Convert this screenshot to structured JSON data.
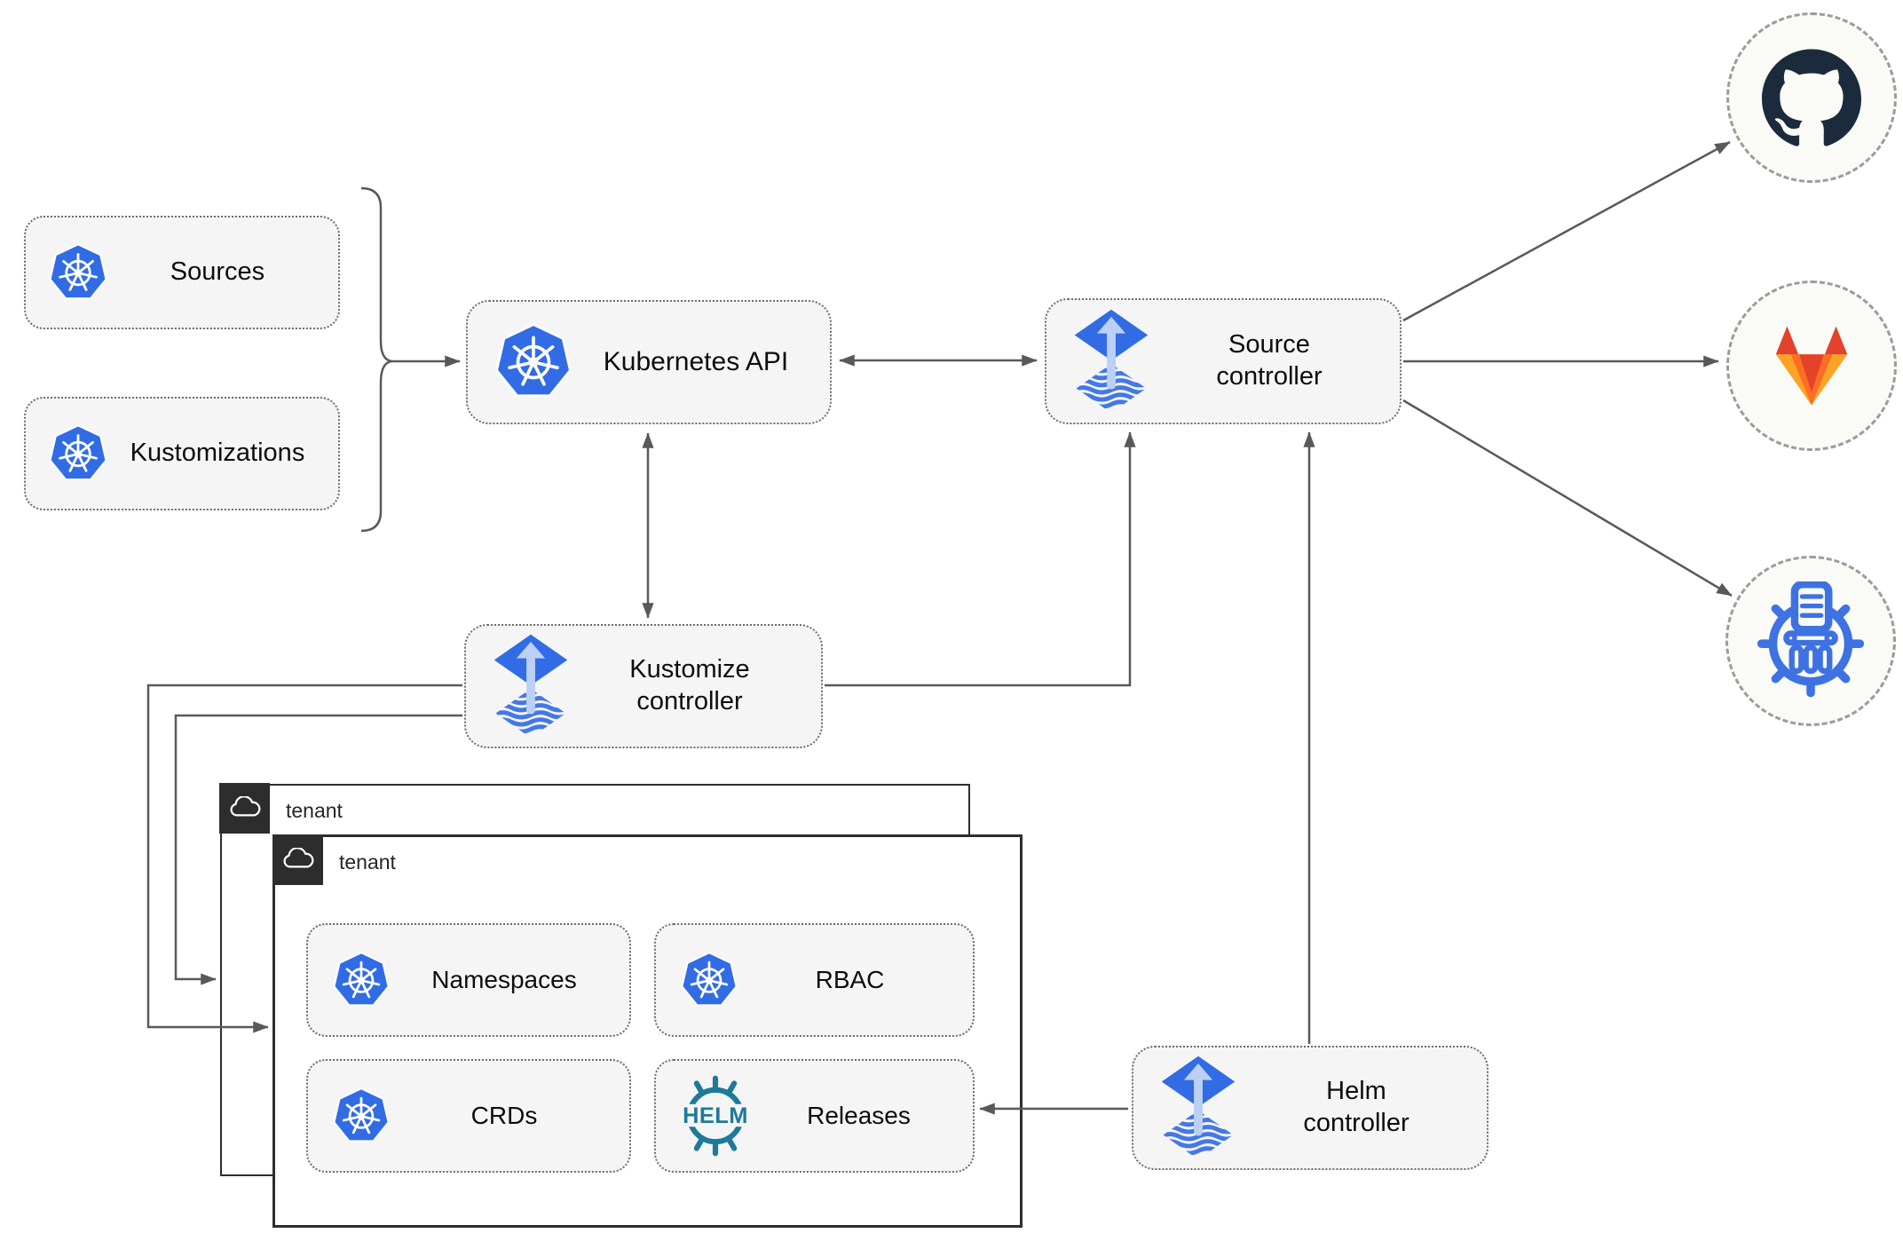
{
  "nodes": {
    "sources": "Sources",
    "kustomizations": "Kustomizations",
    "kubernetes_api": "Kubernetes API",
    "source_controller": "Source\ncontroller",
    "kustomize_controller": "Kustomize\ncontroller",
    "helm_controller": "Helm\ncontroller",
    "tenant_back": "tenant",
    "tenant_front": "tenant",
    "namespaces": "Namespaces",
    "rbac": "RBAC",
    "crds": "CRDs",
    "releases": "Releases"
  },
  "icons": {
    "kubernetes": "kubernetes-icon",
    "flux": "flux-icon",
    "helm": "helm-icon",
    "helm_wheel_text": "HELM",
    "cloud": "cloud-icon",
    "github": "github-icon",
    "gitlab": "gitlab-icon",
    "chartmuseum": "chartmuseum-icon"
  },
  "colors": {
    "kubernetes_blue": "#326CE5",
    "flux_blue": "#316CE4",
    "flux_light_arrow": "#BCCFF5",
    "helm_teal": "#1D7A99",
    "github_dark": "#1B2B3C",
    "gitlab_red": "#E24329",
    "gitlab_orange": "#FC6D26",
    "gitlab_amber": "#FCA326",
    "chartmuseum_blue": "#3E72E3",
    "node_fill": "#F5F5F5",
    "edge_gray": "#595959",
    "tenant_border": "#2D2D2D"
  }
}
